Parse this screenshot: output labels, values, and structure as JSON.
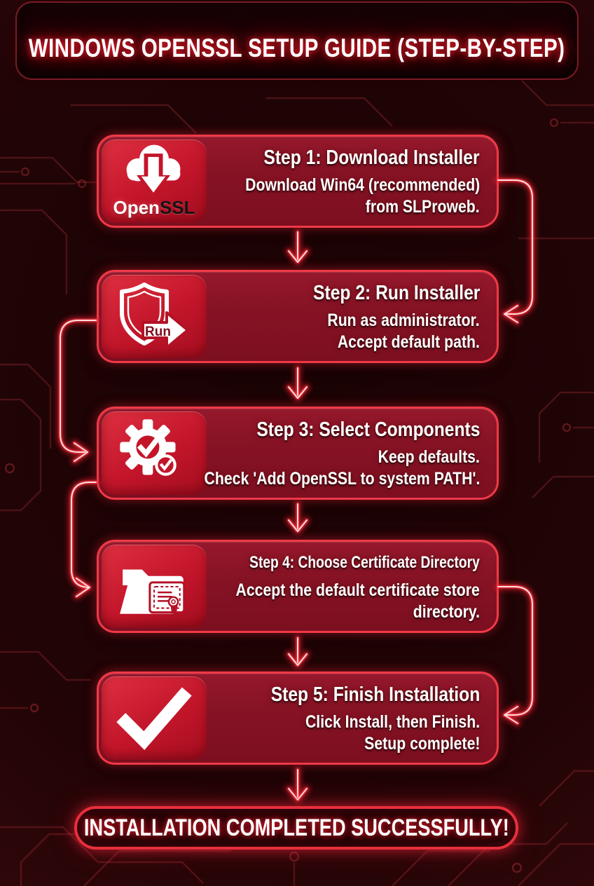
{
  "title": "WINDOWS OPENSSL SETUP GUIDE (STEP-BY-STEP)",
  "steps": [
    {
      "heading": "Step 1: Download Installer",
      "lines": [
        "Download Win64 (recommended)",
        "from SLProweb."
      ],
      "icon": "openssl-cloud-download-icon",
      "wordmark_open": "Open",
      "wordmark_ssl": "SSL"
    },
    {
      "heading": "Step 2: Run Installer",
      "lines": [
        "Run as administrator.",
        "Accept default path."
      ],
      "icon": "shield-run-icon",
      "run_label": "Run"
    },
    {
      "heading": "Step 3: Select Components",
      "lines": [
        "Keep defaults.",
        "Check 'Add OpenSSL to system PATH'."
      ],
      "icon": "gear-check-icon"
    },
    {
      "heading": "Step 4: Choose Certificate Directory",
      "lines": [
        "Accept the default certificate store",
        "directory."
      ],
      "icon": "folder-certificate-icon"
    },
    {
      "heading": "Step 5: Finish Installation",
      "lines": [
        "Click Install, then Finish.",
        "Setup complete!"
      ],
      "icon": "check-icon"
    }
  ],
  "footer": "INSTALLATION COMPLETED SUCCESSFULLY!",
  "colors": {
    "background": "#210406",
    "card_body": "#871325",
    "icon_tile": "#c3152a",
    "card_border": "#ef3947",
    "neon": "#ff2130",
    "text": "#ffffff"
  }
}
